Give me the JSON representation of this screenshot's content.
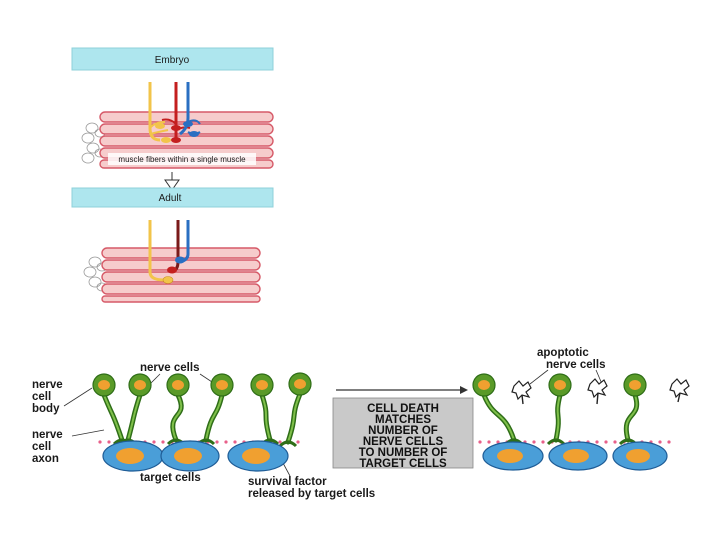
{
  "top_panel": {
    "embryo_label": "Embryo",
    "muscle_fibers_label": "muscle fibers within a single muscle",
    "adult_label": "Adult"
  },
  "bottom_panel": {
    "nerve_cells_label": "nerve cells",
    "nerve_cell_body_label": [
      "nerve",
      "cell",
      "body"
    ],
    "nerve_cell_axon_label": [
      "nerve",
      "cell",
      "axon"
    ],
    "target_cells_label": "target cells",
    "survival_factor_label": [
      "survival factor",
      "released by target cells"
    ],
    "apoptotic_label": [
      "apoptotic",
      "nerve cells"
    ],
    "cell_death_box": [
      "CELL DEATH",
      "MATCHES",
      "NUMBER OF",
      "NERVE CELLS",
      "TO NUMBER OF",
      "TARGET CELLS"
    ]
  },
  "colors": {
    "band": "#aee6ee",
    "fiber_light": "#f6cccc",
    "fiber_dark": "#d65a68",
    "axon_yellow": "#f2c44a",
    "axon_red": "#c41f1f",
    "axon_blue": "#2a6fc2",
    "nerve_green": "#2f6e18",
    "nerve_body": "#5a9a28",
    "nucleus": "#f0a030",
    "target_cell": "#4a9ed8",
    "survival_dot": "#e8608a",
    "box_fill": "#c9c9c9"
  }
}
